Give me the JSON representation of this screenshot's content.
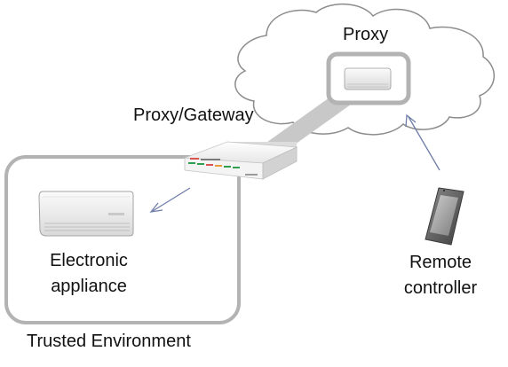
{
  "labels": {
    "proxy": "Proxy",
    "gateway": "Proxy/Gateway",
    "electronic_line1": "Electronic",
    "electronic_line2": "appliance",
    "remote_line1": "Remote",
    "remote_line2": "controller",
    "trusted": "Trusted Environment"
  },
  "colors": {
    "outline": "#b3b3b3",
    "cloud_stroke": "#8c8c8c",
    "link_band": "#c8c8c8",
    "arrow": "#6f7ea8",
    "device_body": "#efefef",
    "led_green": "#2f9e4f",
    "led_red": "#d9534f",
    "led_orange": "#e89a3c"
  },
  "icons": [
    "cloud",
    "air-conditioner",
    "router-gateway",
    "smartphone",
    "arrow"
  ]
}
